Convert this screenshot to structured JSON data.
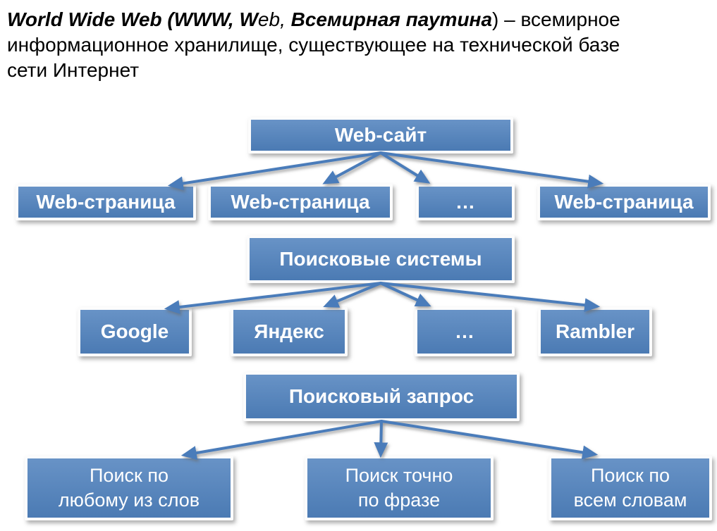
{
  "title": {
    "seg_bold_italic_1": "World Wide Web (WWW, W",
    "seg_italic": "eb",
    "seg_separator": ", ",
    "seg_bold_italic_2": "Всемирная паутина",
    "seg_tail": ") – всемирное",
    "line2": "информационное хранилище, существующее на технической базе",
    "line3": "сети Интернет"
  },
  "diagram": {
    "site": {
      "root": "Web-сайт",
      "children": [
        "Web-страница",
        "Web-страница",
        "…",
        "Web-страница"
      ]
    },
    "engines": {
      "root": "Поисковые системы",
      "children": [
        "Google",
        "Яндекс",
        "…",
        "Rambler"
      ]
    },
    "query": {
      "root": "Поисковый запрос",
      "children": [
        {
          "line1": "Поиск по",
          "line2": "любому из слов"
        },
        {
          "line1": "Поиск точно",
          "line2": "по фразе"
        },
        {
          "line1": "Поиск по",
          "line2": "всем словам"
        }
      ]
    }
  },
  "colors": {
    "background": "#ffffff",
    "title_text": "#000000",
    "box_fill": "#4f81bd",
    "box_text": "#ffffff",
    "arrow": "#4a7cba"
  }
}
